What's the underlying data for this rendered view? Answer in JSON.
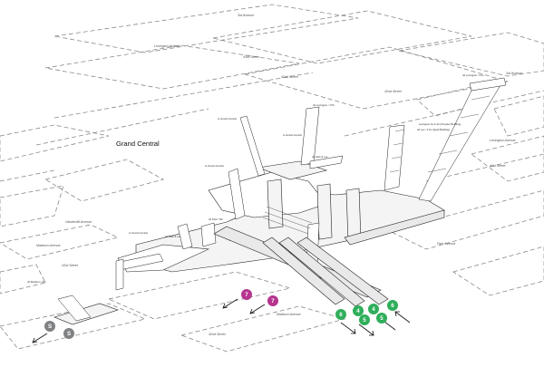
{
  "title": "Grand Central",
  "street_labels": {
    "third_avenue_top": "3rd Avenue",
    "lexington_avenue_top": "Lexington Avenue",
    "third_avenue_right": "3rd Avenue",
    "lexington_avenue_right": "Lexington Avenue",
    "east_43rd_a": "43rd Street",
    "east_42nd_a": "42nd Street",
    "east_42nd_b": "42nd Street",
    "east_41st": "41st Street",
    "park_avenue": "Park Avenue",
    "vanderbilt_avenue": "Vanderbilt Avenue",
    "madison_avenue_left": "Madison Avenue",
    "madison_avenue_bottom": "Madison Avenue",
    "east_43rd_left": "43rd Street",
    "east_42nd_bottom": "42nd Street"
  },
  "annotations": {
    "lex_entrance_far": "42 Lexington / 3 Av",
    "chrysler": "Lexington Av & 42 (Chrysler Building)",
    "third_av_entrance": "42 Lex / 3 Av (Hyatt Building)",
    "to_grand_central_1": "to Grand Central",
    "to_grand_central_2": "to Grand Central",
    "to_grand_central_3": "to Grand Central",
    "to_grand_central_4": "to Grand Central",
    "park_lex": "42 Park & Lex",
    "park_ave_entrance": "42 Park / 6th",
    "madison_entrance": "42 Madison / 6th",
    "park_lex_2": "42 Park & Lex",
    "lexington_upper": "42 Lexington / 17th"
  },
  "routes": [
    {
      "label": "7",
      "color": "#b5348e"
    },
    {
      "label": "7",
      "color": "#b5348e"
    },
    {
      "label": "6",
      "color": "#2fae5b"
    },
    {
      "label": "4",
      "color": "#2fae5b"
    },
    {
      "label": "4",
      "color": "#2fae5b"
    },
    {
      "label": "6",
      "color": "#2fae5b"
    },
    {
      "label": "5",
      "color": "#2fae5b"
    },
    {
      "label": "5",
      "color": "#2fae5b"
    },
    {
      "label": "S",
      "color": "#808183"
    },
    {
      "label": "S",
      "color": "#808183"
    }
  ]
}
